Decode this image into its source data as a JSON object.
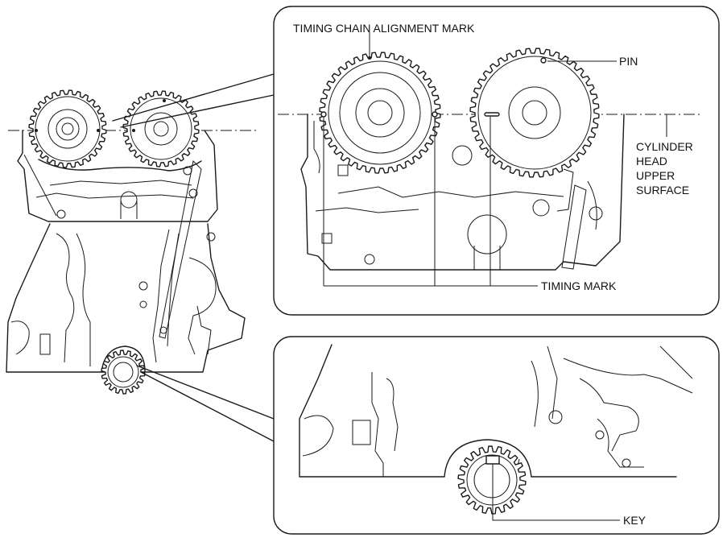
{
  "labels": {
    "timing_chain_alignment_mark": "TIMING CHAIN ALIGNMENT MARK",
    "pin": "PIN",
    "cylinder_head_upper_surface": [
      "CYLINDER",
      "HEAD",
      "UPPER",
      "SURFACE"
    ],
    "timing_mark": "TIMING MARK",
    "key": "KEY"
  },
  "gears": {
    "main_left": {
      "teeth": 28
    },
    "main_right": {
      "teeth": 28
    },
    "detail_left": {
      "teeth": 40
    },
    "detail_right": {
      "teeth": 40
    },
    "main_crank": {
      "teeth": 18
    },
    "detail_crank": {
      "teeth": 22
    }
  },
  "colors": {
    "line": "#1a1a1a",
    "background": "#ffffff"
  }
}
